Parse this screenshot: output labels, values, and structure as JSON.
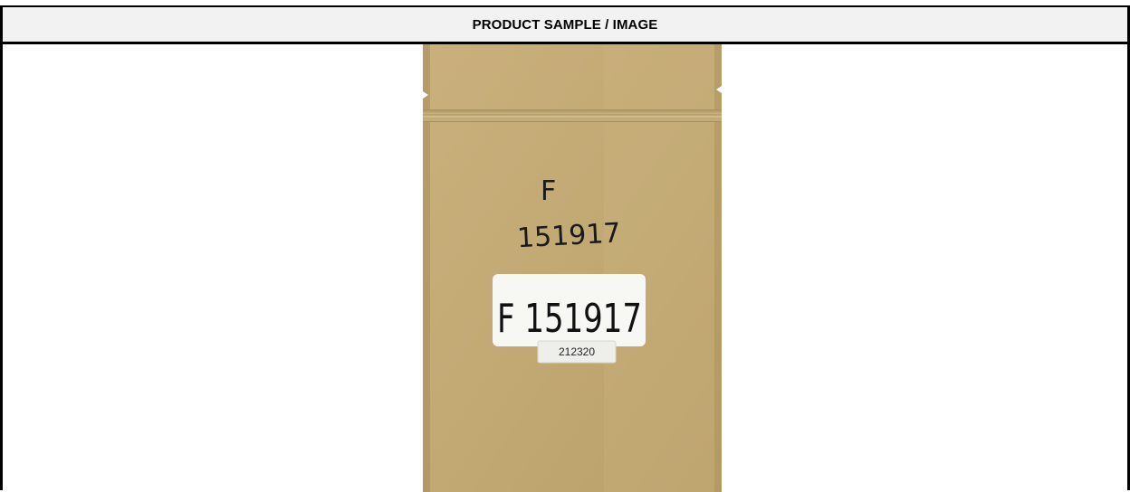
{
  "section": {
    "header_title": "PRODUCT SAMPLE / IMAGE"
  },
  "sample": {
    "handwritten_top_letter": "F",
    "handwritten_top_number": "151917",
    "label_handwriting": "F 151917",
    "barcode_sticker_number": "212320"
  },
  "colors": {
    "header_bg": "#f2f2f2",
    "border": "#000000",
    "kraft_bag": "#c4ac78",
    "label_white": "#f7f7f4"
  }
}
